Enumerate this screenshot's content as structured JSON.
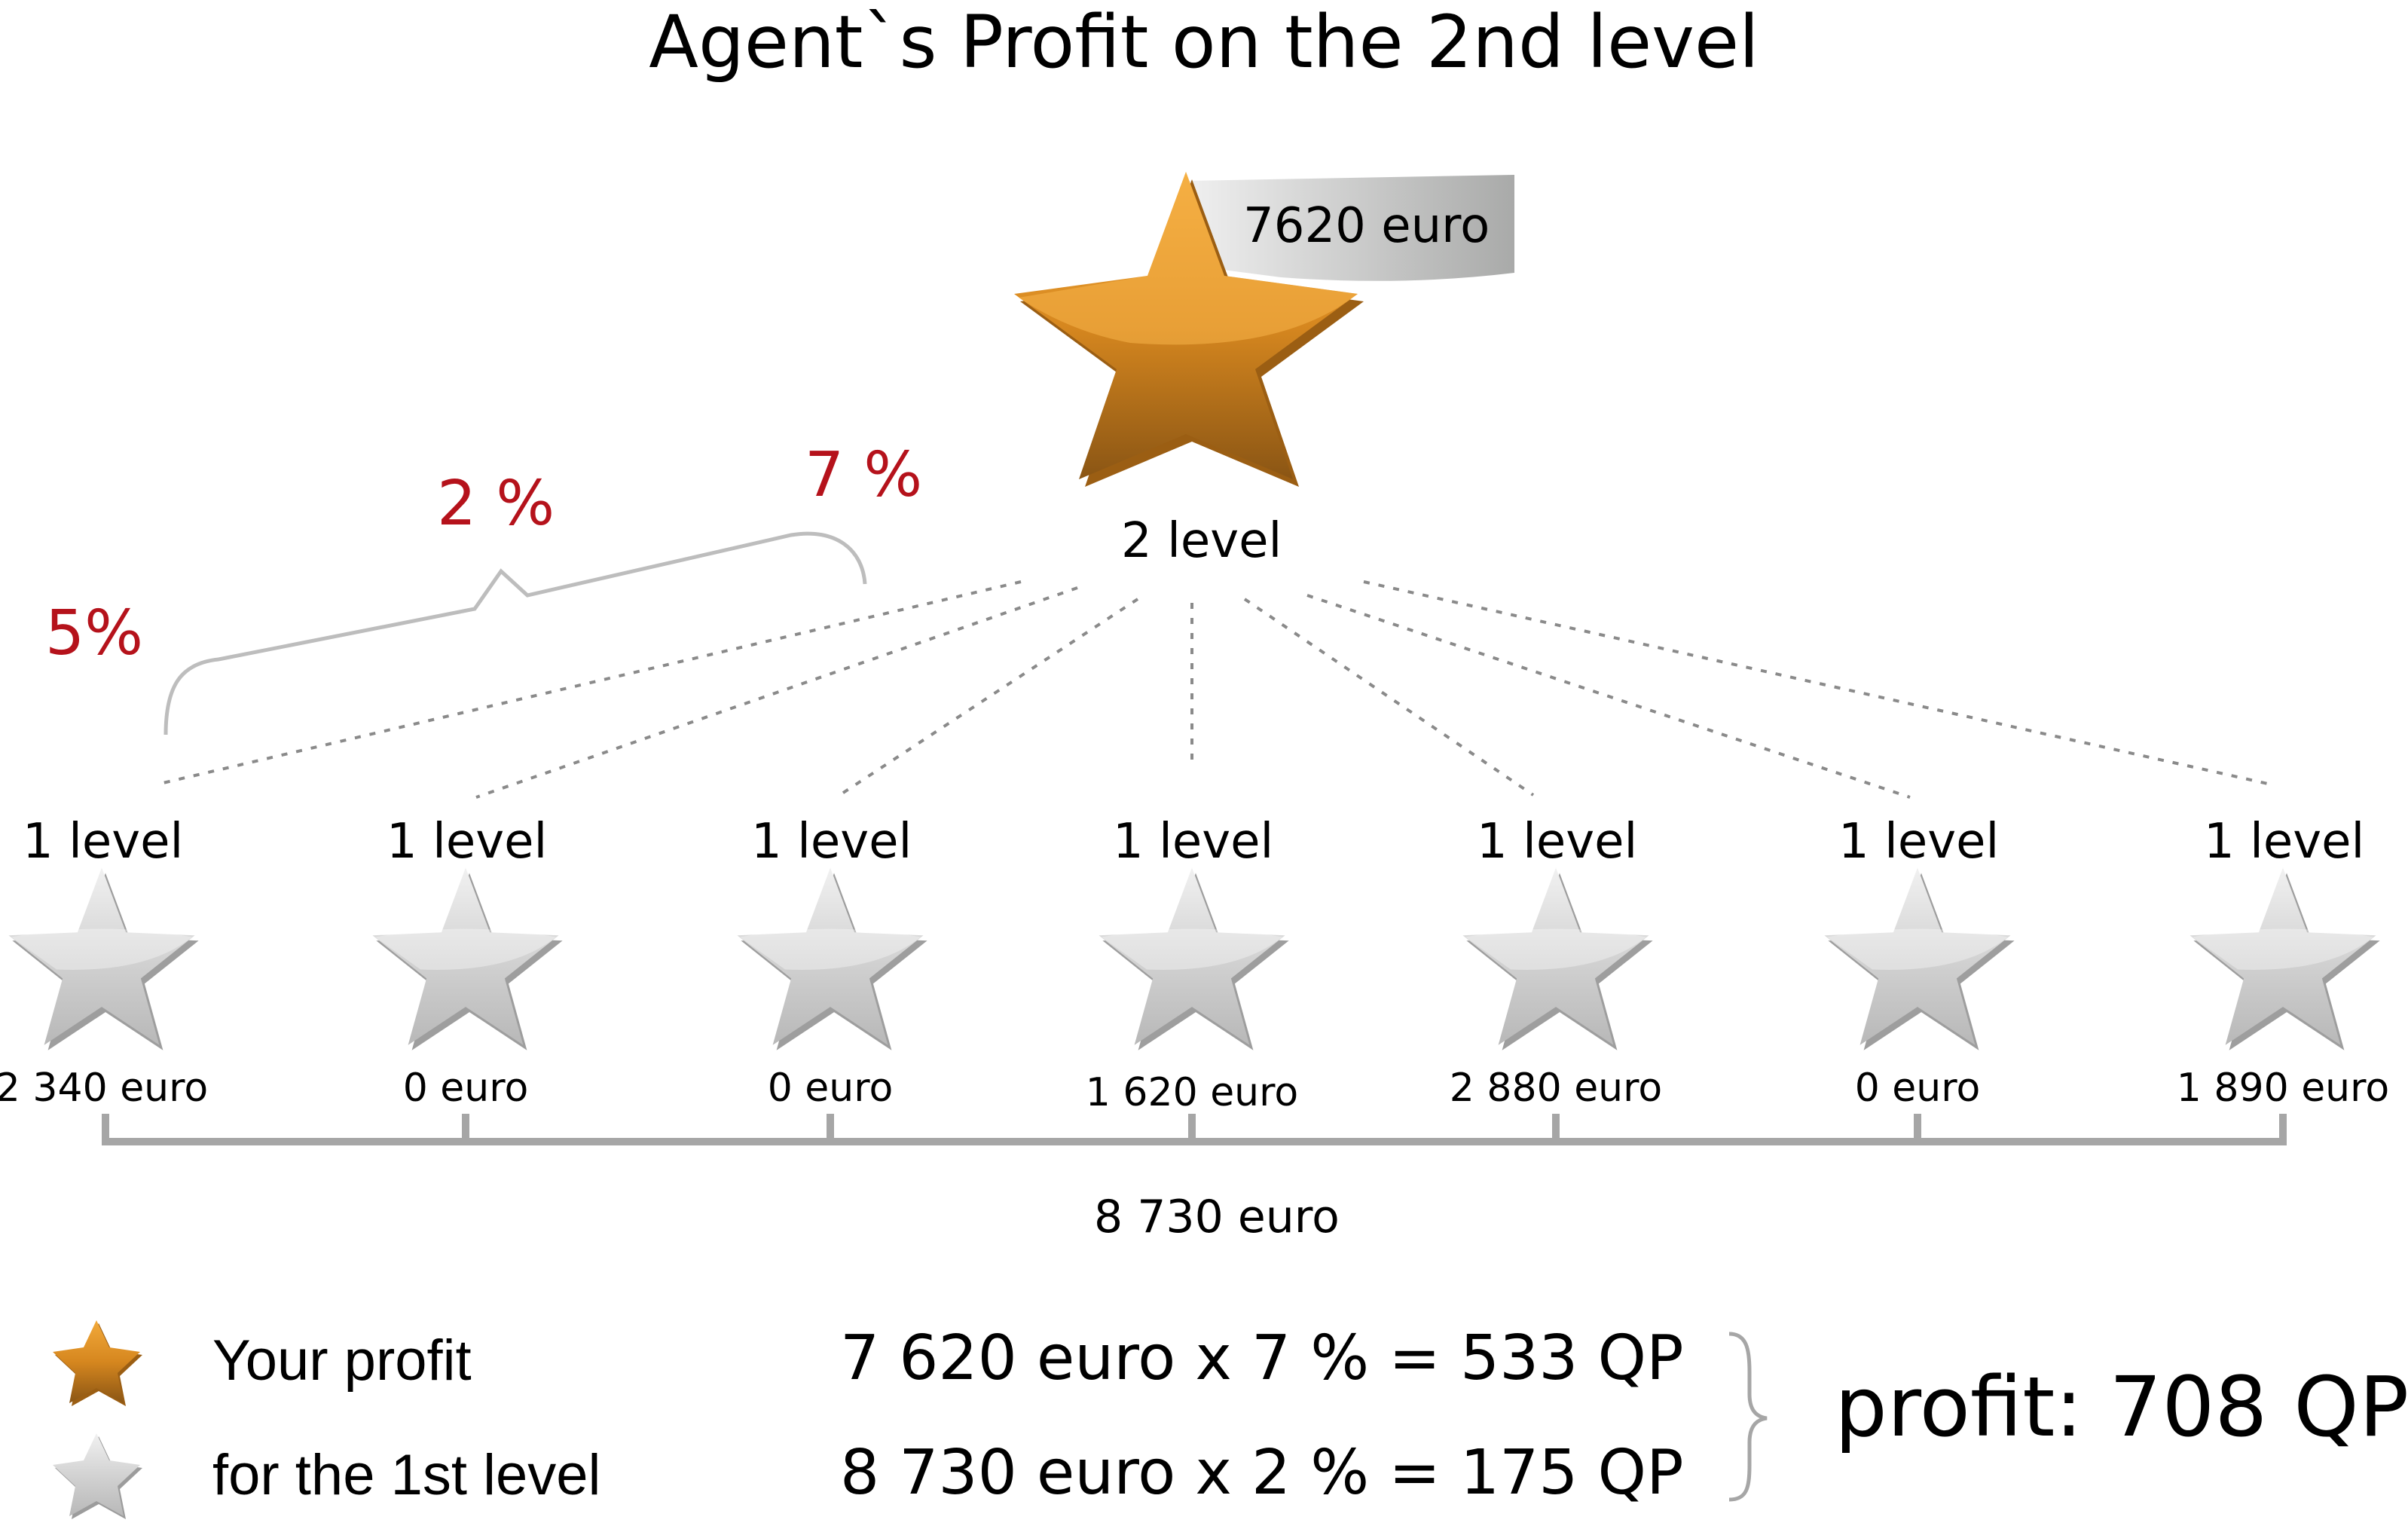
{
  "title": "Agent`s Profit on the 2nd level",
  "top_node": {
    "level_label": "2 level",
    "amount": "7620 euro",
    "color": "#e8952a"
  },
  "percentages": {
    "p1": "5%",
    "p2": "2 %",
    "p3": "7 %",
    "color": "#b5121b"
  },
  "first_level": [
    {
      "label": "1 level",
      "amount": "2 340 euro"
    },
    {
      "label": "1 level",
      "amount": "0 euro"
    },
    {
      "label": "1 level",
      "amount": "0 euro"
    },
    {
      "label": "1 level",
      "amount": "1 620 euro"
    },
    {
      "label": "1 level",
      "amount": "2 880 euro"
    },
    {
      "label": "1 level",
      "amount": "0 euro"
    },
    {
      "label": "1 level",
      "amount": "1 890 euro"
    }
  ],
  "first_level_total": "8 730 euro",
  "legend": {
    "your_profit": "Your profit",
    "first_level": "for the 1st level",
    "formula_top": "7 620 euro x 7 % = 533 QP",
    "formula_bottom": "8 730 euro x 2 % = 175 QP",
    "total_profit": "profit: 708 QP"
  }
}
